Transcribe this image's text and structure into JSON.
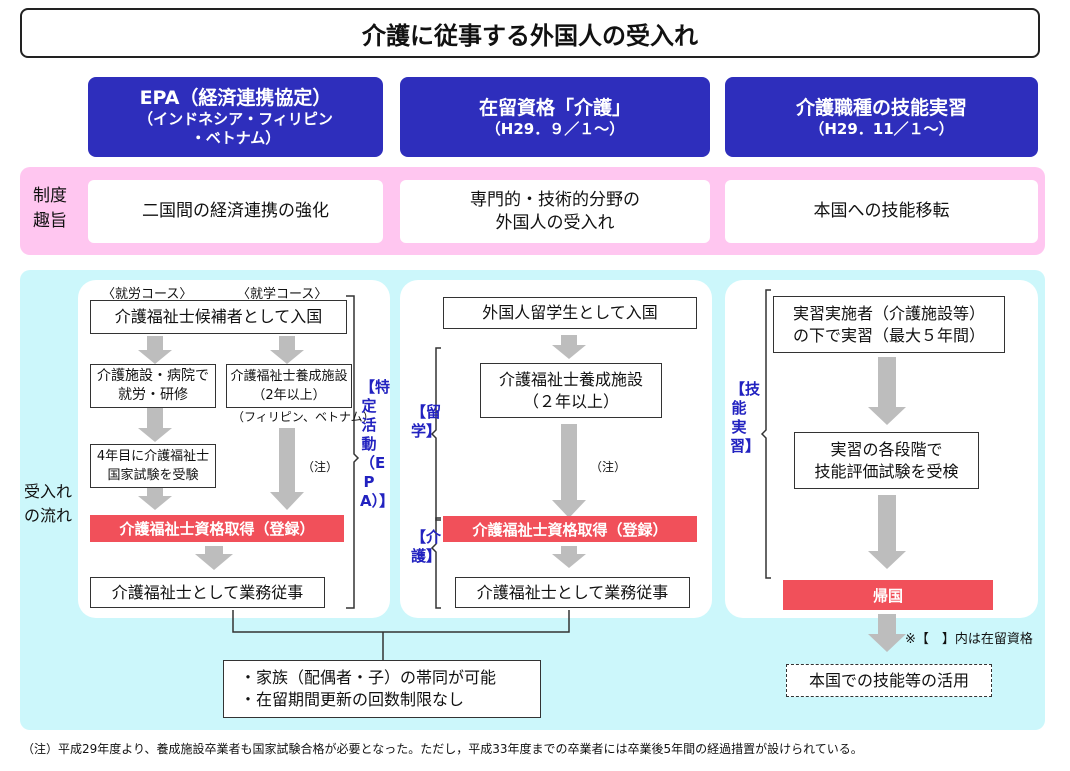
{
  "title": "介護に従事する外国人の受入れ",
  "headers": {
    "epa": {
      "line1": "EPA（経済連携協定）",
      "line2": "（インドネシア・フィリピン",
      "line3": "・ベトナム）"
    },
    "kaigo": {
      "line1": "在留資格「介護」",
      "line2": "（H29．９／１～）"
    },
    "gino": {
      "line1": "介護職種の技能実習",
      "line2": "（H29．11／１～）"
    }
  },
  "purpose": {
    "label_line1": "制度",
    "label_line2": "趣旨",
    "epa": "二国間の経済連携の強化",
    "kaigo_line1": "専門的・技術的分野の",
    "kaigo_line2": "外国人の受入れ",
    "gino": "本国への技能移転"
  },
  "flow": {
    "label_line1": "受入れ",
    "label_line2": "の流れ",
    "epa": {
      "course_work": "〈就労コース〉",
      "course_study": "〈就学コース〉",
      "candidate": "介護福祉士候補者として入国",
      "work_line1": "介護施設・病院で",
      "work_line2": "就労・研修",
      "school_line1": "介護福祉士養成施設",
      "school_line2": "（2年以上）",
      "school_countries": "（フィリピン、ベトナム）",
      "exam_line1": "4年目に介護福祉士",
      "exam_line2": "国家試験を受験",
      "note_mark": "（注）",
      "qualification": "介護福祉士資格取得（登録）",
      "job": "介護福祉士として業務従事",
      "status_label": "【特定活動（EPA）】"
    },
    "kaigo": {
      "entry": "外国人留学生として入国",
      "school_line1": "介護福祉士養成施設",
      "school_line2": "（２年以上）",
      "note_mark": "（注）",
      "qualification": "介護福祉士資格取得（登録）",
      "job": "介護福祉士として業務従事",
      "status_study": "【留学】",
      "status_care": "【介護】"
    },
    "gino": {
      "training_line1": "実習実施者（介護施設等）",
      "training_line2": "の下で実習（最大５年間）",
      "eval_line1": "実習の各段階で",
      "eval_line2": "技能評価試験を受検",
      "return": "帰国",
      "status_label": "【技能実習】",
      "status_note": "※【　】内は在留資格",
      "home_use": "本国での技能等の活用"
    },
    "family_line1": "・家族（配偶者・子）の帯同が可能",
    "family_line2": "・在留期間更新の回数制限なし"
  },
  "footnote": "（注）平成29年度より、養成施設卒業者も国家試験合格が必要となった。ただし，平成33年度までの卒業者には卒業後5年間の経過措置が設けられている。"
}
